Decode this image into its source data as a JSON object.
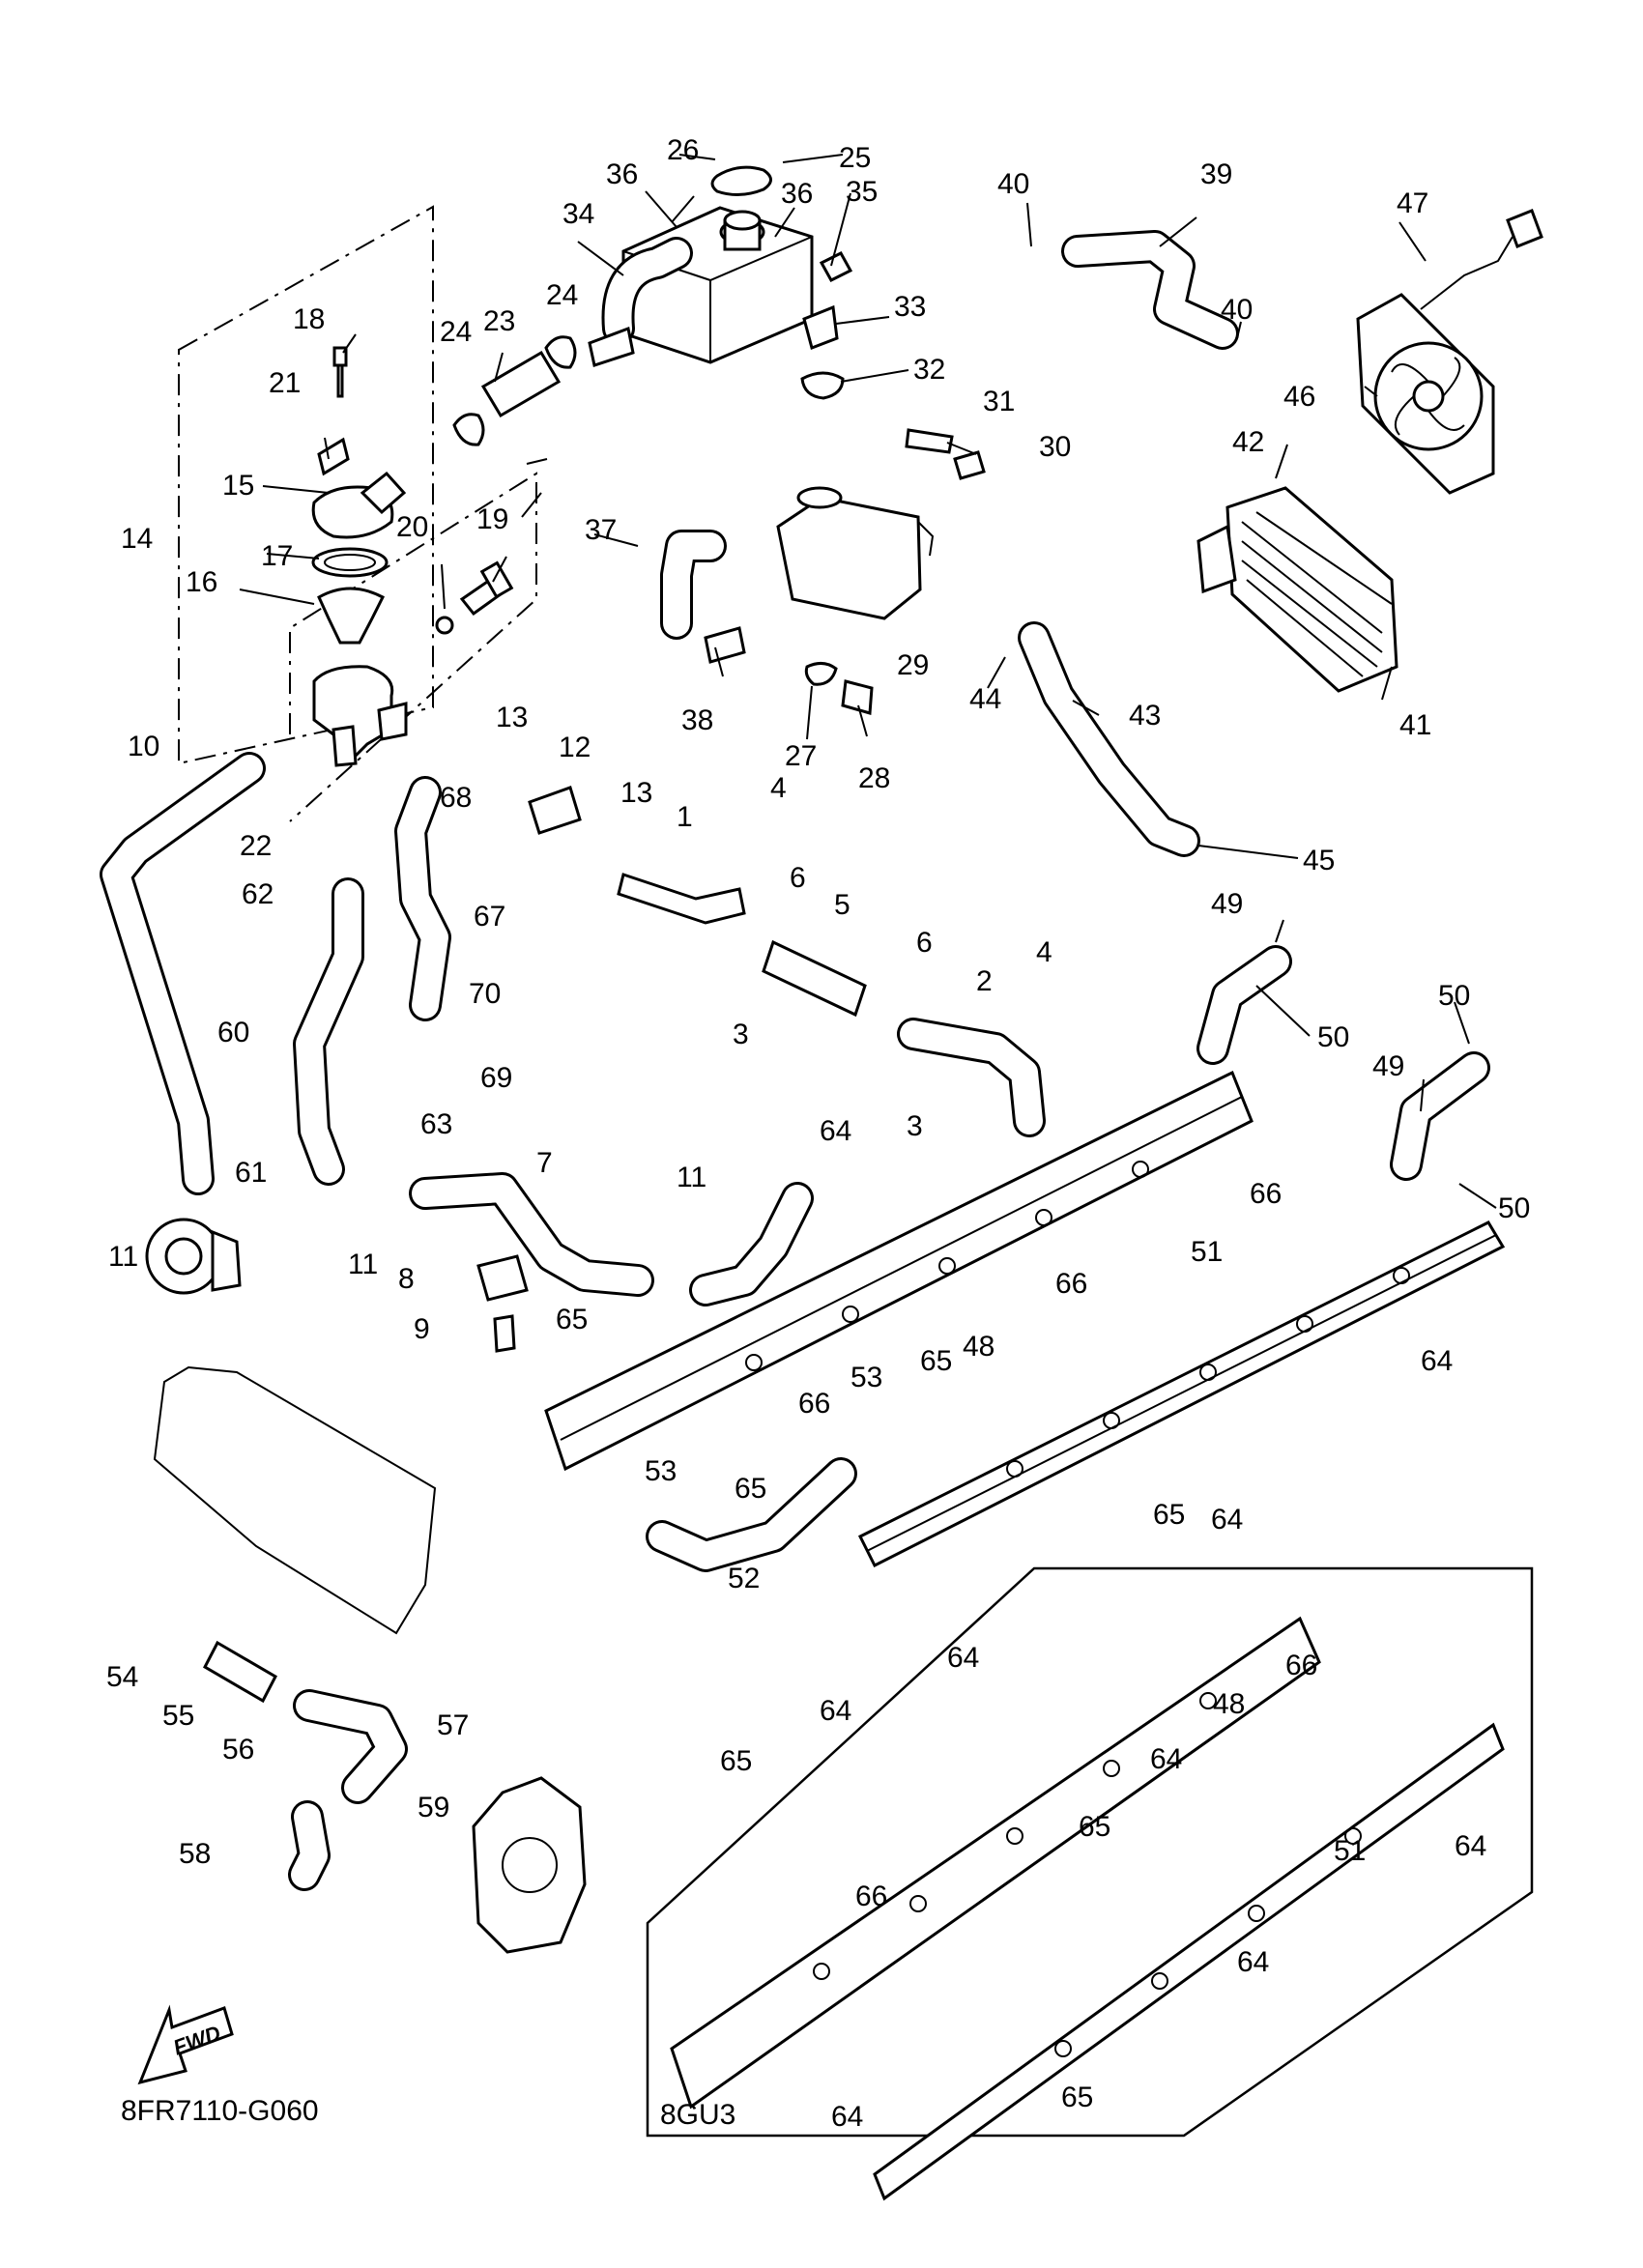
{
  "diagram_code": "8FR7110-G060",
  "inset_label": "8GU3",
  "fwd_label": "FWD",
  "callouts": [
    {
      "id": "c1",
      "label": "1"
    },
    {
      "id": "c2",
      "label": "2"
    },
    {
      "id": "c3a",
      "label": "3"
    },
    {
      "id": "c3b",
      "label": "3"
    },
    {
      "id": "c4a",
      "label": "4"
    },
    {
      "id": "c4b",
      "label": "4"
    },
    {
      "id": "c5",
      "label": "5"
    },
    {
      "id": "c6a",
      "label": "6"
    },
    {
      "id": "c6b",
      "label": "6"
    },
    {
      "id": "c7",
      "label": "7"
    },
    {
      "id": "c8",
      "label": "8"
    },
    {
      "id": "c9",
      "label": "9"
    },
    {
      "id": "c10",
      "label": "10"
    },
    {
      "id": "c11a",
      "label": "11"
    },
    {
      "id": "c11b",
      "label": "11"
    },
    {
      "id": "c11c",
      "label": "11"
    },
    {
      "id": "c12",
      "label": "12"
    },
    {
      "id": "c13a",
      "label": "13"
    },
    {
      "id": "c13b",
      "label": "13"
    },
    {
      "id": "c14",
      "label": "14"
    },
    {
      "id": "c15",
      "label": "15"
    },
    {
      "id": "c16",
      "label": "16"
    },
    {
      "id": "c17",
      "label": "17"
    },
    {
      "id": "c18",
      "label": "18"
    },
    {
      "id": "c19",
      "label": "19"
    },
    {
      "id": "c20",
      "label": "20"
    },
    {
      "id": "c21",
      "label": "21"
    },
    {
      "id": "c22",
      "label": "22"
    },
    {
      "id": "c23",
      "label": "23"
    },
    {
      "id": "c24a",
      "label": "24"
    },
    {
      "id": "c24b",
      "label": "24"
    },
    {
      "id": "c25",
      "label": "25"
    },
    {
      "id": "c26",
      "label": "26"
    },
    {
      "id": "c27",
      "label": "27"
    },
    {
      "id": "c28",
      "label": "28"
    },
    {
      "id": "c29",
      "label": "29"
    },
    {
      "id": "c30",
      "label": "30"
    },
    {
      "id": "c31",
      "label": "31"
    },
    {
      "id": "c32",
      "label": "32"
    },
    {
      "id": "c33",
      "label": "33"
    },
    {
      "id": "c34",
      "label": "34"
    },
    {
      "id": "c35",
      "label": "35"
    },
    {
      "id": "c36a",
      "label": "36"
    },
    {
      "id": "c36b",
      "label": "36"
    },
    {
      "id": "c37",
      "label": "37"
    },
    {
      "id": "c38",
      "label": "38"
    },
    {
      "id": "c39",
      "label": "39"
    },
    {
      "id": "c40a",
      "label": "40"
    },
    {
      "id": "c40b",
      "label": "40"
    },
    {
      "id": "c41",
      "label": "41"
    },
    {
      "id": "c42",
      "label": "42"
    },
    {
      "id": "c43",
      "label": "43"
    },
    {
      "id": "c44",
      "label": "44"
    },
    {
      "id": "c45",
      "label": "45"
    },
    {
      "id": "c46",
      "label": "46"
    },
    {
      "id": "c47",
      "label": "47"
    },
    {
      "id": "c48a",
      "label": "48"
    },
    {
      "id": "c48b",
      "label": "48"
    },
    {
      "id": "c49a",
      "label": "49"
    },
    {
      "id": "c49b",
      "label": "49"
    },
    {
      "id": "c50a",
      "label": "50"
    },
    {
      "id": "c50b",
      "label": "50"
    },
    {
      "id": "c50c",
      "label": "50"
    },
    {
      "id": "c51a",
      "label": "51"
    },
    {
      "id": "c51b",
      "label": "51"
    },
    {
      "id": "c52",
      "label": "52"
    },
    {
      "id": "c53a",
      "label": "53"
    },
    {
      "id": "c53b",
      "label": "53"
    },
    {
      "id": "c54",
      "label": "54"
    },
    {
      "id": "c55",
      "label": "55"
    },
    {
      "id": "c56",
      "label": "56"
    },
    {
      "id": "c57",
      "label": "57"
    },
    {
      "id": "c58",
      "label": "58"
    },
    {
      "id": "c59",
      "label": "59"
    },
    {
      "id": "c60",
      "label": "60"
    },
    {
      "id": "c61",
      "label": "61"
    },
    {
      "id": "c62",
      "label": "62"
    },
    {
      "id": "c63",
      "label": "63"
    },
    {
      "id": "c64a",
      "label": "64"
    },
    {
      "id": "c64b",
      "label": "64"
    },
    {
      "id": "c64c",
      "label": "64"
    },
    {
      "id": "c64d",
      "label": "64"
    },
    {
      "id": "c64e",
      "label": "64"
    },
    {
      "id": "c64f",
      "label": "64"
    },
    {
      "id": "c64g",
      "label": "64"
    },
    {
      "id": "c64h",
      "label": "64"
    },
    {
      "id": "c64i",
      "label": "64"
    },
    {
      "id": "c65a",
      "label": "65"
    },
    {
      "id": "c65b",
      "label": "65"
    },
    {
      "id": "c65c",
      "label": "65"
    },
    {
      "id": "c65d",
      "label": "65"
    },
    {
      "id": "c65e",
      "label": "65"
    },
    {
      "id": "c65f",
      "label": "65"
    },
    {
      "id": "c65g",
      "label": "65"
    },
    {
      "id": "c66a",
      "label": "66"
    },
    {
      "id": "c66b",
      "label": "66"
    },
    {
      "id": "c66c",
      "label": "66"
    },
    {
      "id": "c66d",
      "label": "66"
    },
    {
      "id": "c66e",
      "label": "66"
    },
    {
      "id": "c67",
      "label": "67"
    },
    {
      "id": "c68",
      "label": "68"
    },
    {
      "id": "c69",
      "label": "69"
    },
    {
      "id": "c70",
      "label": "70"
    }
  ]
}
